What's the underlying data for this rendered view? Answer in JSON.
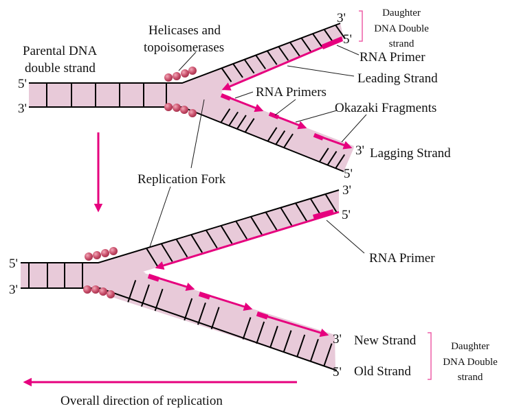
{
  "diagram": {
    "title": "DNA replication fork",
    "colors": {
      "duplex_fill": "#E8CAD9",
      "strand_edge": "#000000",
      "new_strand": "#E6007E",
      "rna_primer": "#E6007E",
      "enzyme": "#C8506E",
      "bracket": "#EE5FA7",
      "text": "#111111"
    },
    "top_fork": {
      "parental_label_line1": "Parental DNA",
      "parental_label_line2": "double strand",
      "parental_5prime": "5'",
      "parental_3prime": "3'",
      "enzymes_label_line1": "Helicases and",
      "enzymes_label_line2": "topoisomerases",
      "leading_3prime": "3'",
      "leading_5prime": "5'",
      "daughter_label_line1": "Daughter",
      "daughter_label_line2": "DNA Double",
      "daughter_label_line3": "strand",
      "rna_primer_label": "RNA Primer",
      "leading_strand_label": "Leading Strand",
      "rna_primers_label": "RNA Primers",
      "okazaki_label": "Okazaki Fragments",
      "lagging_3prime": "3'",
      "lagging_strand_label": "Lagging Strand",
      "lagging_5prime": "5'"
    },
    "replication_fork_label": "Replication Fork",
    "bottom_fork": {
      "parental_5prime": "5'",
      "parental_3prime": "3'",
      "leading_3prime": "3'",
      "leading_5prime": "5'",
      "rna_primer_label": "RNA Primer",
      "lagging_3prime": "3'",
      "lagging_5prime": "5'",
      "new_strand_label": "New Strand",
      "old_strand_label": "Old Strand",
      "daughter_label_line1": "Daughter",
      "daughter_label_line2": "DNA Double",
      "daughter_label_line3": "strand"
    },
    "direction_label": "Overall direction of replication"
  }
}
